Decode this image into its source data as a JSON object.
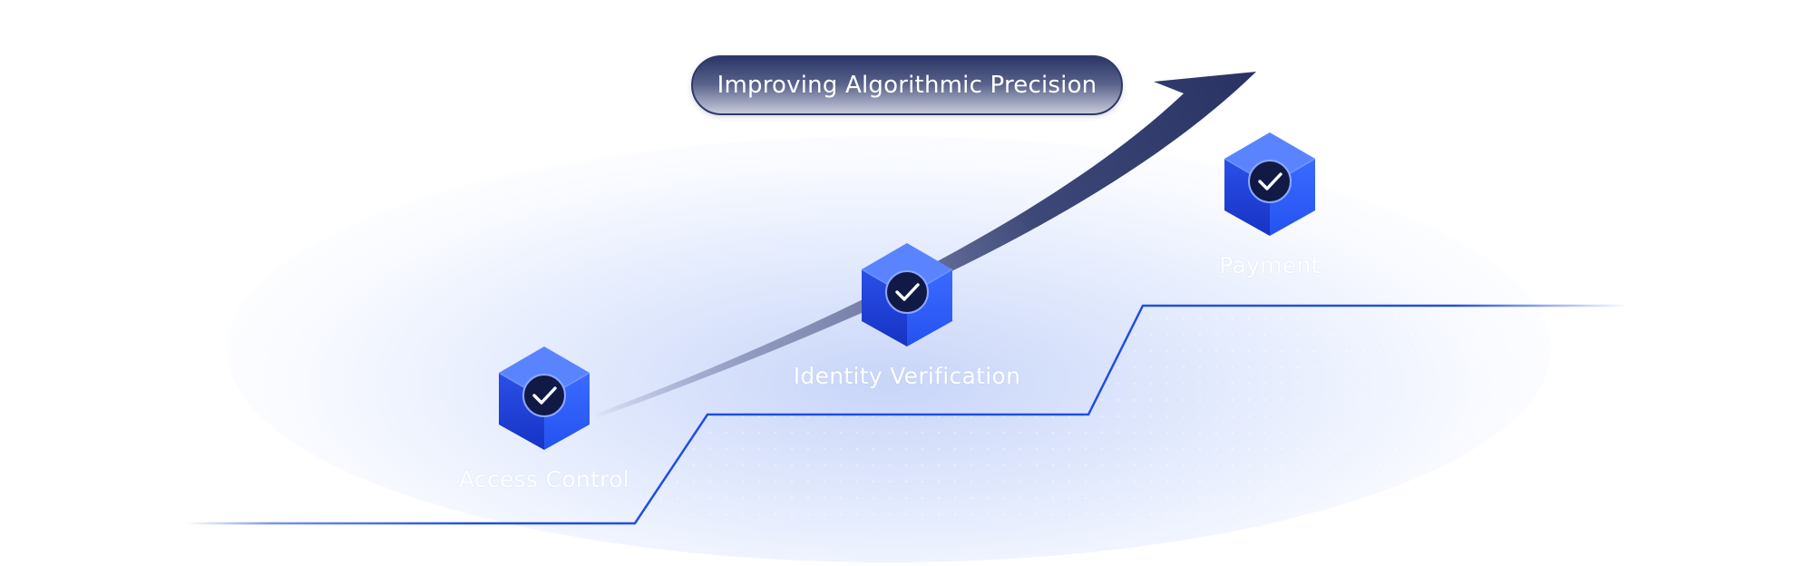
{
  "banner": {
    "label": "Improving Algorithmic Precision"
  },
  "steps": [
    {
      "label": "Access Control",
      "icon": "check-icon",
      "status": "complete"
    },
    {
      "label": "Identity Verification",
      "icon": "check-icon",
      "status": "complete"
    },
    {
      "label": "Payment",
      "icon": "check-icon",
      "status": "complete"
    }
  ],
  "colors": {
    "cube_top": "#5a83ff",
    "cube_left": "#1c3fd8",
    "cube_right": "#2a5cff",
    "badge": "#101a45",
    "arrow": "#2a3568",
    "step_line": "#1f4fe0",
    "glow": "#c9d6fb"
  }
}
